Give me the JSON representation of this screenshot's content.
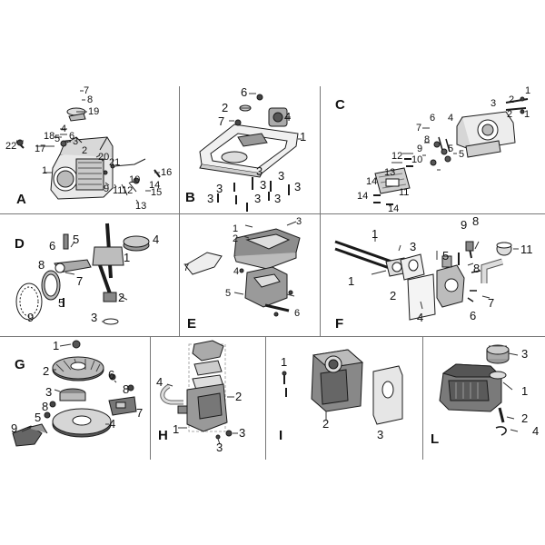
{
  "sections": {
    "A": {
      "letter": "A",
      "callouts": {
        "c7": "7",
        "c8": "8",
        "c19": "19",
        "c18": "18",
        "c6": "6",
        "c5": "5",
        "c4": "4",
        "c3": "3",
        "c2": "2",
        "c17": "17",
        "c22": "22",
        "c1": "1",
        "c20": "20",
        "c21": "21",
        "c16": "16",
        "c9": "9",
        "c11": "11",
        "c12": "12",
        "c10": "10",
        "c15": "15",
        "c14": "14",
        "c13": "13"
      }
    },
    "B": {
      "letter": "B",
      "callouts": {
        "c6": "6",
        "c2": "2",
        "c7": "7",
        "c4": "4",
        "c1": "1",
        "c3a": "3",
        "c3b": "3",
        "c3c": "3",
        "c3d": "3",
        "c3e": "3",
        "c3f": "3",
        "c3g": "3",
        "c3h": "3"
      }
    },
    "C": {
      "letter": "C",
      "callouts": {
        "c1a": "1",
        "c2a": "2",
        "c3": "3",
        "c2b": "2",
        "c1b": "1",
        "c4": "4",
        "c6": "6",
        "c7": "7",
        "c8": "8",
        "c9": "9",
        "c5a": "5",
        "c5b": "5",
        "c12": "12",
        "c10": "10",
        "c13": "13",
        "c11": "11",
        "c14a": "14",
        "c14b": "14",
        "c14c": "14"
      }
    },
    "D": {
      "letter": "D",
      "callouts": {
        "c6": "6",
        "c5a": "5",
        "c4": "4",
        "c1": "1",
        "c8": "8",
        "c7": "7",
        "c5b": "5",
        "c9": "9",
        "c2": "2",
        "c3": "3"
      }
    },
    "E": {
      "letter": "E",
      "callouts": {
        "c1": "1",
        "c2": "2",
        "c3": "3",
        "c7": "7",
        "c4": "4",
        "c5": "5",
        "c6": "6"
      }
    },
    "F": {
      "letter": "F",
      "callouts": {
        "c1a": "1",
        "c1b": "1",
        "c2": "2",
        "c3": "3",
        "c4": "4",
        "c5": "5",
        "c9": "9",
        "c8a": "8",
        "c8b": "8",
        "c6": "6",
        "c7": "7",
        "c11": "11"
      }
    },
    "G": {
      "letter": "G",
      "callouts": {
        "c1": "1",
        "c2": "2",
        "c3": "3",
        "c6": "6",
        "c8a": "8",
        "c8b": "8",
        "c5": "5",
        "c7": "7",
        "c4": "4",
        "c9": "9"
      }
    },
    "H": {
      "letter": "H",
      "callouts": {
        "c4": "4",
        "c2": "2",
        "c1": "1",
        "c3": "3",
        "c3b": "3"
      }
    },
    "I": {
      "letter": "I",
      "callouts": {
        "c1": "1",
        "c2": "2",
        "c3": "3"
      }
    },
    "L": {
      "letter": "L",
      "callouts": {
        "c3": "3",
        "c1": "1",
        "c2": "2",
        "c4": "4"
      }
    }
  },
  "colors": {
    "line": "#1a1a1a",
    "part": "#2b2b2b",
    "fill": "#8a8a8a",
    "light": "#cfcfcf",
    "divider": "#777777"
  }
}
